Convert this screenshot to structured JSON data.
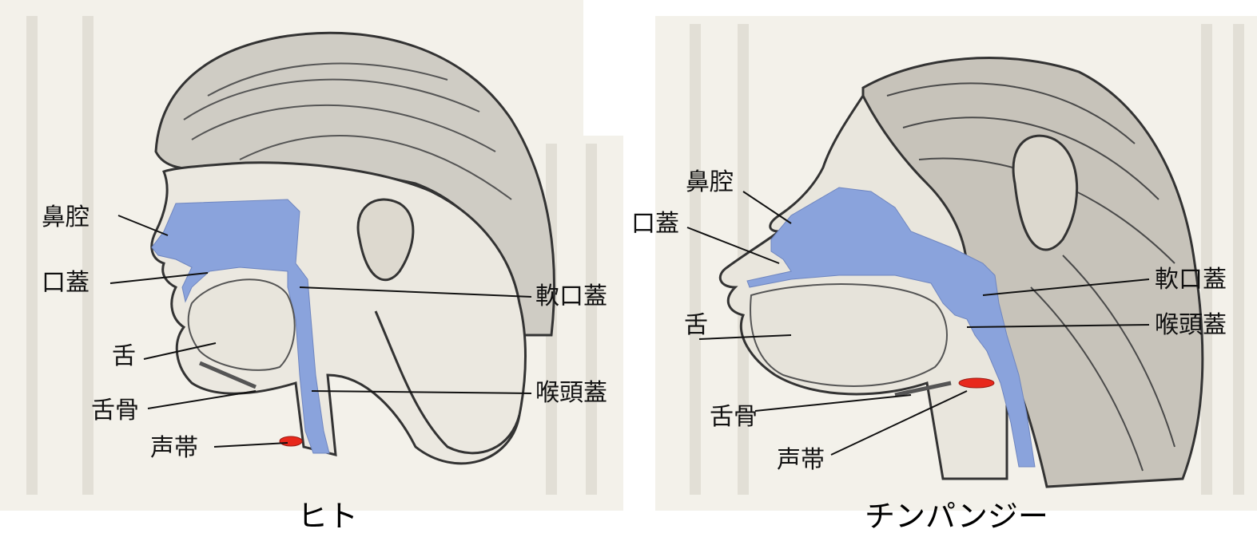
{
  "human": {
    "caption": "ヒト",
    "labels": {
      "nasal_cavity": "鼻腔",
      "palate": "口蓋",
      "tongue": "舌",
      "hyoid": "舌骨",
      "vocal_cords": "声帯",
      "soft_palate": "軟口蓋",
      "epiglottis": "喉頭蓋"
    }
  },
  "chimp": {
    "caption": "チンパンジー",
    "labels": {
      "nasal_cavity": "鼻腔",
      "palate": "口蓋",
      "tongue": "舌",
      "hyoid": "舌骨",
      "vocal_cords": "声帯",
      "soft_palate": "軟口蓋",
      "epiglottis": "喉頭蓋"
    }
  },
  "colors": {
    "airway": "#8aa3dc",
    "vocal_cords": "#e8281c",
    "paper": "#f3f1ea",
    "ink": "#2a2a2a"
  }
}
